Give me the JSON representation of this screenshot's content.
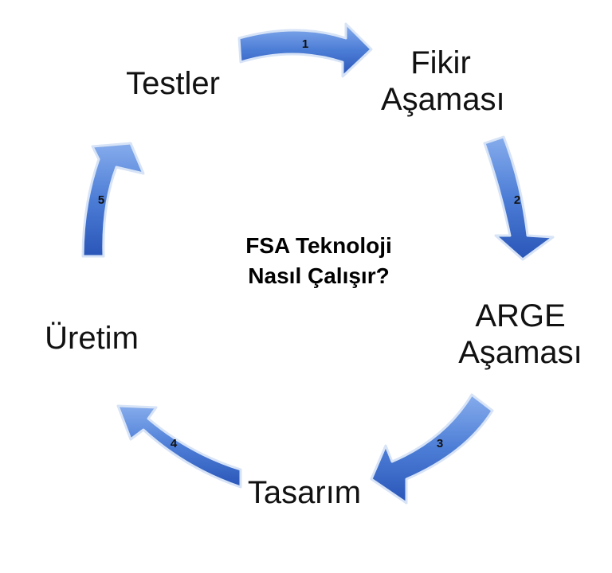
{
  "diagram": {
    "title_lines": [
      "FSA Teknoloji",
      "Nasıl Çalışır?"
    ],
    "stages": [
      {
        "id": "fikir",
        "lines": [
          "Fikir",
          "Aşaması"
        ]
      },
      {
        "id": "arge",
        "lines": [
          "ARGE",
          "Aşaması"
        ]
      },
      {
        "id": "tasarim",
        "lines": [
          "Tasarım"
        ]
      },
      {
        "id": "uretim",
        "lines": [
          "Üretim"
        ]
      },
      {
        "id": "testler",
        "lines": [
          "Testler"
        ]
      }
    ],
    "arrows": [
      {
        "number": "1",
        "from": "Testler",
        "to": "Fikir Aşaması"
      },
      {
        "number": "2",
        "from": "Fikir Aşaması",
        "to": "ARGE Aşaması"
      },
      {
        "number": "3",
        "from": "ARGE Aşaması",
        "to": "Tasarım"
      },
      {
        "number": "4",
        "from": "Tasarım",
        "to": "Üretim"
      },
      {
        "number": "5",
        "from": "Üretim",
        "to": "Testler"
      }
    ],
    "colors": {
      "arrow_light": "#6f9be3",
      "arrow_dark": "#2a56b8",
      "arrow_edge": "#d7e3f6",
      "text": "#111111"
    }
  }
}
